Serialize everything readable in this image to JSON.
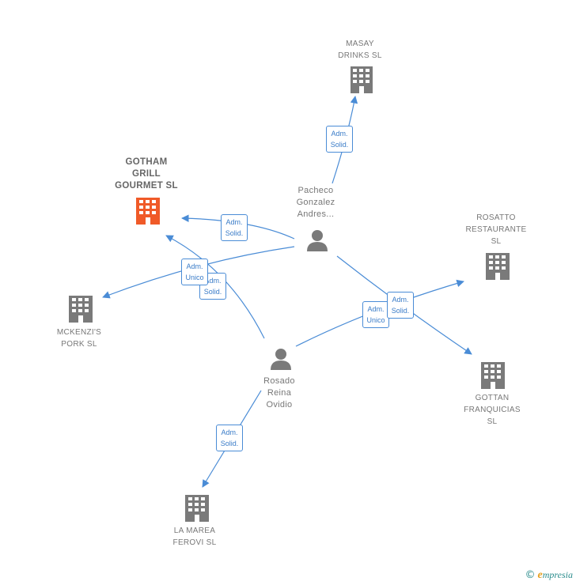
{
  "nodes": {
    "masay": {
      "label": "MASAY\nDRINKS  SL",
      "type": "company"
    },
    "gotham": {
      "label": "GOTHAM\nGRILL\nGOURMET  SL",
      "type": "company",
      "highlight": true
    },
    "pacheco": {
      "label": "Pacheco\nGonzalez\nAndres...",
      "type": "person"
    },
    "rosatto": {
      "label": "ROSATTO\nRESTAURANTE\nSL",
      "type": "company"
    },
    "mckenzis": {
      "label": "MCKENZI'S\nPORK  SL",
      "type": "company"
    },
    "rosado": {
      "label": "Rosado\nReina\nOvidio",
      "type": "person"
    },
    "gottan": {
      "label": "GOTTAN\nFRANQUICIAS\nSL",
      "type": "company"
    },
    "lamarea": {
      "label": "LA MAREA\nFEROVI  SL",
      "type": "company"
    }
  },
  "edge_labels": {
    "pacheco_masay": "Adm.\nSolid.",
    "pacheco_gotham": "Adm.\nSolid.",
    "pacheco_mckenzis": "Adm.\nUnico",
    "rosado_gotham": "Adm.\nSolid.",
    "rosado_rosatto": "Adm.\nUnico",
    "pacheco_gottan": "Adm.\nSolid.",
    "rosado_lamarea": "Adm.\nSolid."
  },
  "colors": {
    "edge": "#4a8cd6",
    "company_icon": "#7a7a7a",
    "highlight_icon": "#f05a28",
    "person_icon": "#7a7a7a"
  },
  "footer": {
    "copyright": "©",
    "brand_initial": "e",
    "brand_rest": "mpresia"
  }
}
